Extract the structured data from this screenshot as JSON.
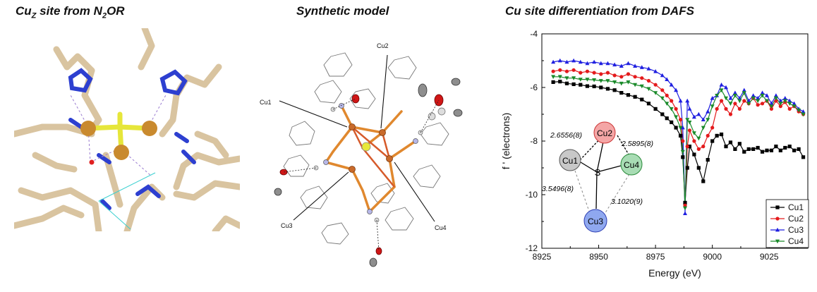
{
  "panels": {
    "p1_title_main": "Cu",
    "p1_title_sub1": "Z",
    "p1_title_mid": " site from N",
    "p1_title_sub2": "2",
    "p1_title_end": "OR",
    "p2_title": "Synthetic model",
    "p3_title": "Cu site differentiation from DAFS"
  },
  "model_labels": {
    "cu1": "Cu1",
    "cu2": "Cu2",
    "cu3": "Cu3",
    "cu4": "Cu4"
  },
  "inset": {
    "nodes": [
      "Cu1",
      "Cu2",
      "Cu3",
      "Cu4"
    ],
    "center": "S",
    "distances": {
      "cu1_cu2": "2.6556(8)",
      "cu2_cu4": "2.5895(8)",
      "cu1_cu3": "3.5496(8)",
      "cu3_cu4": "3.1020(9)"
    },
    "colors": {
      "Cu1": "#c8c8c8",
      "Cu2": "#f4a6a6",
      "Cu3": "#8fa8ef",
      "Cu4": "#a8dcb4"
    }
  },
  "chart_data": {
    "type": "line",
    "title": "",
    "xlabel": "Energy (eV)",
    "ylabel": "f ' (electrons)",
    "xlim": [
      8925,
      9042
    ],
    "ylim": [
      -12,
      -4
    ],
    "xticks": [
      8925,
      8950,
      8975,
      9000,
      9025
    ],
    "yticks": [
      -4,
      -6,
      -8,
      -10,
      -12
    ],
    "legend_position": "bottom-right",
    "series": [
      {
        "name": "Cu1",
        "color": "#000000",
        "marker": "square",
        "x": [
          8930,
          8933,
          8936,
          8939,
          8942,
          8945,
          8948,
          8951,
          8954,
          8957,
          8960,
          8963,
          8966,
          8969,
          8972,
          8975,
          8978,
          8980,
          8982,
          8984,
          8986,
          8987,
          8988,
          8989,
          8990,
          8992,
          8994,
          8996,
          8998,
          9000,
          9002,
          9004,
          9006,
          9008,
          9010,
          9012,
          9014,
          9016,
          9018,
          9020,
          9022,
          9024,
          9026,
          9028,
          9030,
          9032,
          9034,
          9036,
          9038,
          9040
        ],
        "y": [
          -5.8,
          -5.78,
          -5.85,
          -5.88,
          -5.9,
          -5.95,
          -5.96,
          -6.0,
          -6.05,
          -6.1,
          -6.2,
          -6.28,
          -6.35,
          -6.45,
          -6.6,
          -6.8,
          -7.0,
          -7.15,
          -7.3,
          -7.5,
          -7.8,
          -8.6,
          -10.3,
          -9.0,
          -8.2,
          -8.5,
          -9.0,
          -9.5,
          -8.7,
          -8.0,
          -7.8,
          -7.75,
          -8.2,
          -8.05,
          -8.3,
          -8.1,
          -8.4,
          -8.3,
          -8.3,
          -8.25,
          -8.4,
          -8.35,
          -8.35,
          -8.2,
          -8.35,
          -8.25,
          -8.2,
          -8.35,
          -8.3,
          -8.6
        ]
      },
      {
        "name": "Cu2",
        "color": "#e41a1c",
        "marker": "circle",
        "x": [
          8930,
          8933,
          8936,
          8939,
          8942,
          8945,
          8948,
          8951,
          8954,
          8957,
          8960,
          8963,
          8966,
          8969,
          8972,
          8975,
          8978,
          8980,
          8982,
          8984,
          8986,
          8987,
          8988,
          8989,
          8990,
          8992,
          8994,
          8996,
          8998,
          9000,
          9002,
          9004,
          9006,
          9008,
          9010,
          9012,
          9014,
          9016,
          9018,
          9020,
          9022,
          9024,
          9026,
          9028,
          9030,
          9032,
          9034,
          9036,
          9038,
          9040
        ],
        "y": [
          -5.4,
          -5.35,
          -5.4,
          -5.35,
          -5.45,
          -5.4,
          -5.45,
          -5.5,
          -5.45,
          -5.55,
          -5.6,
          -5.5,
          -5.6,
          -5.65,
          -5.75,
          -5.9,
          -6.1,
          -6.3,
          -6.5,
          -6.8,
          -7.2,
          -8.0,
          -10.4,
          -8.2,
          -7.6,
          -8.0,
          -8.3,
          -8.2,
          -7.8,
          -7.5,
          -6.8,
          -6.5,
          -6.8,
          -7.0,
          -6.6,
          -6.8,
          -6.5,
          -6.6,
          -6.4,
          -6.65,
          -6.6,
          -6.5,
          -6.8,
          -6.5,
          -6.7,
          -6.55,
          -6.8,
          -6.7,
          -6.9,
          -7.0
        ]
      },
      {
        "name": "Cu3",
        "color": "#1f1fe0",
        "marker": "triangle-up",
        "x": [
          8930,
          8933,
          8936,
          8939,
          8942,
          8945,
          8948,
          8951,
          8954,
          8957,
          8960,
          8963,
          8966,
          8969,
          8972,
          8975,
          8978,
          8980,
          8982,
          8984,
          8986,
          8987,
          8988,
          8989,
          8990,
          8992,
          8994,
          8996,
          8998,
          9000,
          9002,
          9004,
          9006,
          9008,
          9010,
          9012,
          9014,
          9016,
          9018,
          9020,
          9022,
          9024,
          9026,
          9028,
          9030,
          9032,
          9034,
          9036,
          9038,
          9040
        ],
        "y": [
          -5.05,
          -5.0,
          -5.05,
          -5.0,
          -5.05,
          -5.1,
          -5.05,
          -5.1,
          -5.1,
          -5.15,
          -5.2,
          -5.1,
          -5.2,
          -5.25,
          -5.3,
          -5.4,
          -5.55,
          -5.7,
          -5.9,
          -6.1,
          -6.5,
          -7.5,
          -10.7,
          -6.5,
          -6.8,
          -7.1,
          -7.0,
          -7.2,
          -6.9,
          -6.4,
          -6.3,
          -5.9,
          -6.0,
          -6.4,
          -6.2,
          -6.4,
          -6.1,
          -6.5,
          -6.3,
          -6.4,
          -6.2,
          -6.3,
          -6.6,
          -6.3,
          -6.5,
          -6.4,
          -6.5,
          -6.6,
          -6.8,
          -6.9
        ]
      },
      {
        "name": "Cu4",
        "color": "#1a8a2a",
        "marker": "triangle-down",
        "x": [
          8930,
          8933,
          8936,
          8939,
          8942,
          8945,
          8948,
          8951,
          8954,
          8957,
          8960,
          8963,
          8966,
          8969,
          8972,
          8975,
          8978,
          8980,
          8982,
          8984,
          8986,
          8987,
          8988,
          8989,
          8990,
          8992,
          8994,
          8996,
          8998,
          9000,
          9002,
          9004,
          9006,
          9008,
          9010,
          9012,
          9014,
          9016,
          9018,
          9020,
          9022,
          9024,
          9026,
          9028,
          9030,
          9032,
          9034,
          9036,
          9038,
          9040
        ],
        "y": [
          -5.6,
          -5.6,
          -5.65,
          -5.65,
          -5.7,
          -5.7,
          -5.72,
          -5.75,
          -5.75,
          -5.8,
          -5.85,
          -5.8,
          -5.9,
          -5.95,
          -6.05,
          -6.2,
          -6.4,
          -6.6,
          -6.8,
          -7.1,
          -7.5,
          -8.4,
          -10.5,
          -7.2,
          -7.3,
          -7.7,
          -7.9,
          -7.5,
          -7.2,
          -6.7,
          -6.3,
          -6.1,
          -6.4,
          -6.6,
          -6.3,
          -6.5,
          -6.2,
          -6.6,
          -6.4,
          -6.5,
          -6.3,
          -6.5,
          -6.7,
          -6.4,
          -6.6,
          -6.5,
          -6.6,
          -6.7,
          -6.85,
          -7.0
        ]
      }
    ]
  }
}
